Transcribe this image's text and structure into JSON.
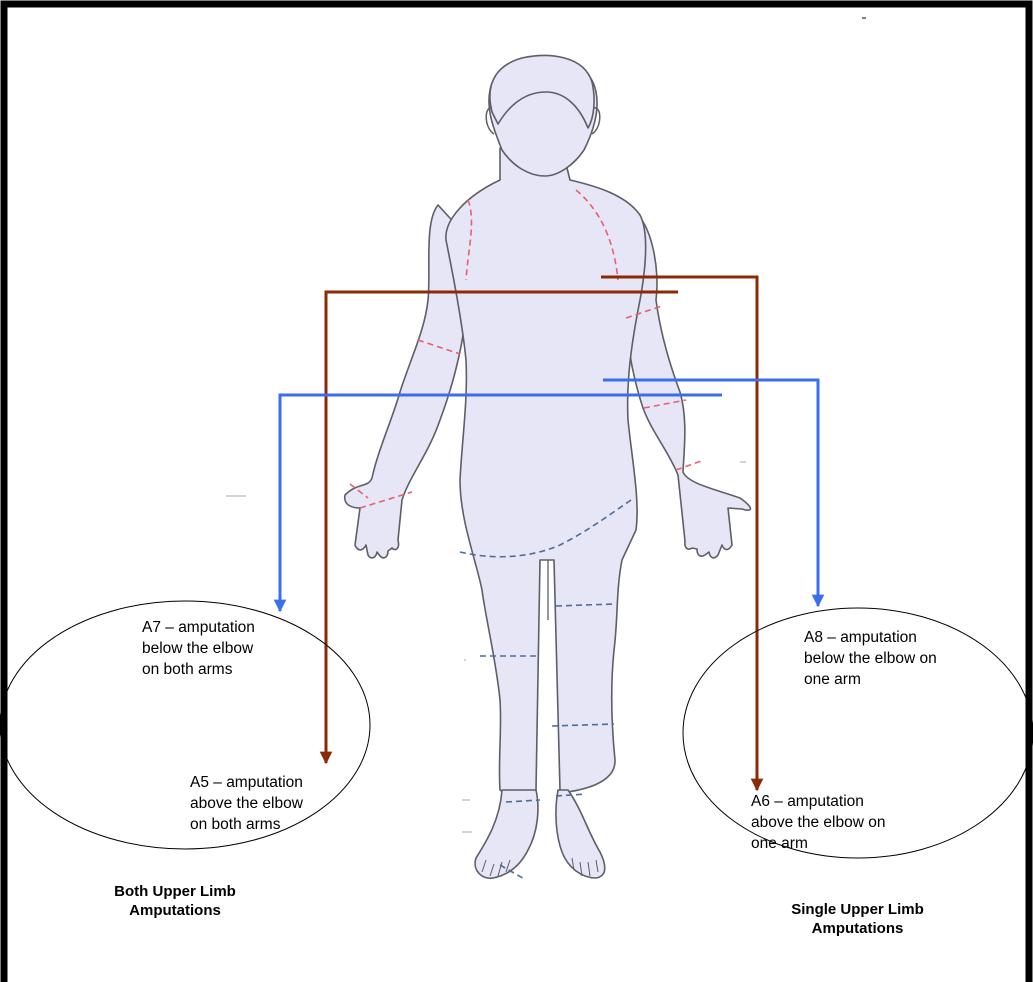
{
  "figure": {
    "left_group": {
      "title": [
        "Both Upper Limb",
        "Amputations"
      ],
      "label_a7": [
        "A7 – amputation",
        "below the elbow",
        "on both arms"
      ],
      "label_a5": [
        "A5 – amputation",
        "above the elbow",
        "on both arms"
      ]
    },
    "right_group": {
      "title": [
        "Single Upper Limb",
        "Amputations"
      ],
      "label_a8": [
        "A8 – amputation",
        "below the elbow on",
        "one arm"
      ],
      "label_a6": [
        "A6 – amputation",
        "above the elbow on",
        "one arm"
      ]
    }
  },
  "colors": {
    "above_elbow_arrow": "#8b2a07",
    "below_elbow_arrow": "#3a6df0",
    "body_fill": "#e6e6f6",
    "body_outline": "#5e5e66",
    "upper_cut_line": "#e8606a",
    "lower_cut_line": "#4d6e9a",
    "frame": "#000000"
  }
}
